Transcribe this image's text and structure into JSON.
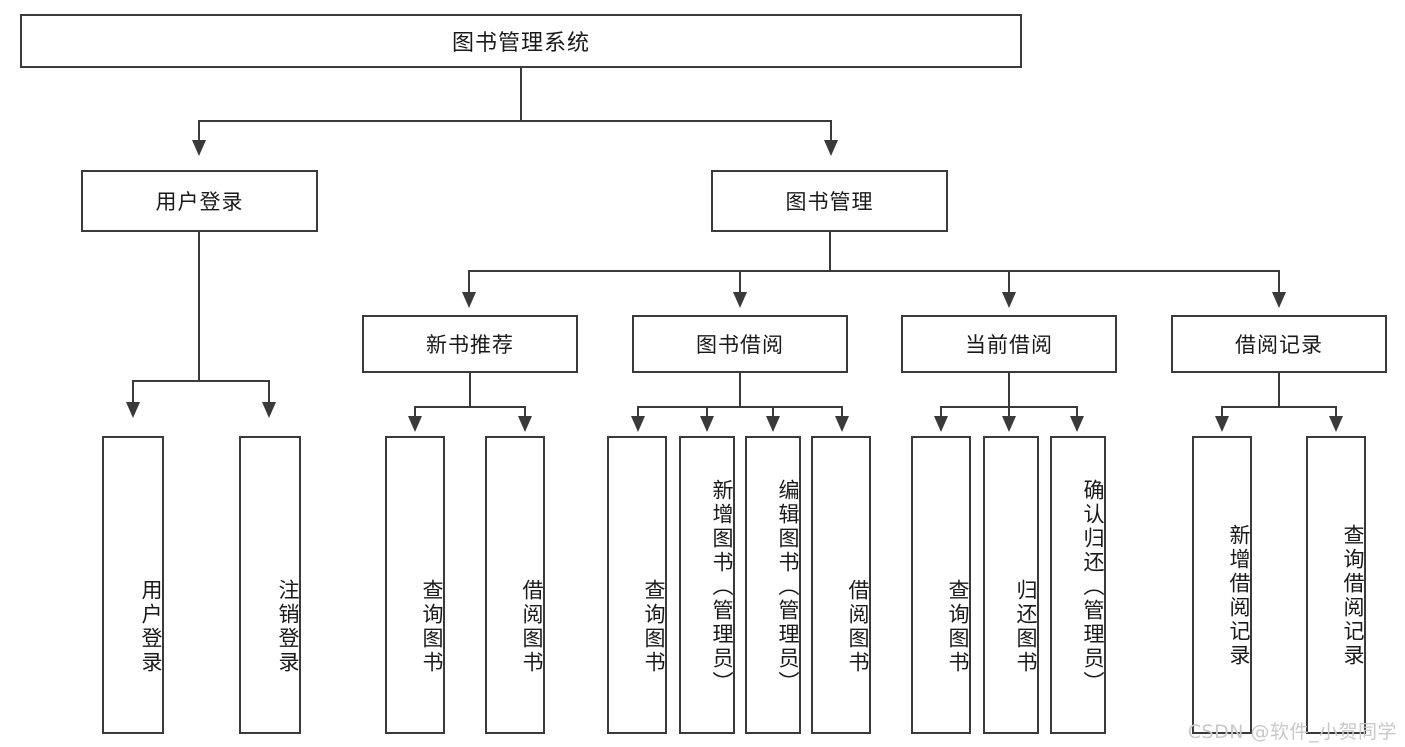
{
  "diagram": {
    "title": "图书管理系统",
    "root": {
      "label": "图书管理系统"
    },
    "level2": [
      {
        "label": "用户登录"
      },
      {
        "label": "图书管理"
      }
    ],
    "level3": [
      {
        "label": "新书推荐"
      },
      {
        "label": "图书借阅"
      },
      {
        "label": "当前借阅"
      },
      {
        "label": "借阅记录"
      }
    ],
    "leaves": {
      "user_login": [
        {
          "label": "用户登录"
        },
        {
          "label": "注销登录"
        }
      ],
      "new_book_recommend": [
        {
          "label": "查询图书"
        },
        {
          "label": "借阅图书"
        }
      ],
      "book_borrow": [
        {
          "label": "查询图书"
        },
        {
          "label": "新增图书（管理员）"
        },
        {
          "label": "编辑图书（管理员）"
        },
        {
          "label": "借阅图书"
        }
      ],
      "current_borrow": [
        {
          "label": "查询图书"
        },
        {
          "label": "归还图书"
        },
        {
          "label": "确认归还（管理员）"
        }
      ],
      "borrow_records": [
        {
          "label": "新增借阅记录"
        },
        {
          "label": "查询借阅记录"
        }
      ]
    }
  },
  "watermark": {
    "text": "CSDN @软件_小贺同学"
  },
  "colors": {
    "background": "#ffffff",
    "box_border": "#3a3a3a",
    "connector": "#3a3a3a",
    "text": "#1a1a1a",
    "watermark": "#c9c9c9"
  }
}
